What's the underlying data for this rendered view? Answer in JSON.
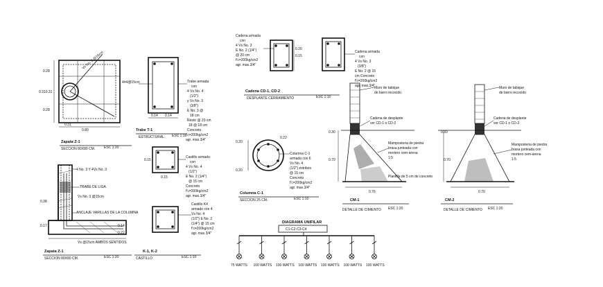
{
  "zapata_plan": {
    "dims_left": [
      "0.28",
      "0.310.31",
      "0.28"
    ],
    "dim_bottom": "0.31",
    "dim_total": "0.80",
    "bar_note": "Vs No. 3 @15cm",
    "title": "Zapata Z-1",
    "subtitle": "SECCION 80X80 CM.",
    "scale": "ESC 1:20"
  },
  "trabe": {
    "left_note": "4#4@15cm",
    "right_note": [
      "Trabe armada",
      "con",
      "4 Vs No. 4",
      "(1/2\")",
      "y Vs No. 3",
      "(3/8\")",
      "E No. 3 @",
      "18 cm",
      "Resto @ 20 cm",
      "18 @ 18 cm",
      "Concreto",
      "f'c=200kg/cm2",
      "agr. max.3/4\""
    ],
    "dims_bottom": [
      "0.14",
      "0.14"
    ],
    "title": "Trabe T-1",
    "subtitle": "ESTRUCTURAL",
    "scale": "ESC 1:10"
  },
  "castillo": {
    "note": [
      "Castillo armado",
      "con",
      "4 Vs No. 4",
      "(1/2\")",
      "E No. 2 (1/4\")",
      "@ 15 cm",
      "Concreto",
      "f'c=200kg/cm2",
      "agr. max.3/4\""
    ],
    "dims": [
      "0.15",
      "0.15"
    ]
  },
  "castillo_k": {
    "note": [
      "Castillo K4",
      "armado con 4",
      "Vs No. 4",
      "(1/2\") E No. 2",
      "(1/4\") @ 15 cm",
      "f'c=200kg/cm2",
      "agr. max.3/4\""
    ],
    "title": "K-1, K-2",
    "subtitle": "CASTILLO",
    "scale": "ESC 1:10"
  },
  "zapata_section": {
    "note_top": "4 No. 3 Y 4Vs No. 3",
    "trabe_label": "TRABE DE LIGA",
    "bars_note": "Vs No. 3 @15cm",
    "anclaje": "ANCLAJE VARILLAS DE LA COLUMNA",
    "dims_left": [
      "0.38",
      "0.17"
    ],
    "dims_right": [
      "0.14",
      "0.22"
    ],
    "bottom_note": "Vs @15cm AMBOS SENTIDOS",
    "title": "Zapata Z-1",
    "subtitle": "SECCION 80X80 CM.",
    "scale": "ESC 1:20"
  },
  "cadena": {
    "left_note": [
      "Cadena armada",
      "con",
      "4 Vs No. 3",
      "E No. 2 (1/4\")",
      "@ 20 cm",
      "f'c=200kg/cm2",
      "agr. max.3/4\""
    ],
    "right_note": [
      "Cadena armada",
      "con",
      "4 Vs No. 3",
      "(3/8\")",
      "E No. 2 @ 15",
      "cm Concreto",
      "f'c=200kg/cm2",
      "agr. max.3/4\""
    ],
    "dims": [
      "0.15",
      "0.20"
    ],
    "title": "Cadena CD-1, CD-2",
    "subtitle": "DESPLANTE CERRAMIENTO",
    "scale": "ESC 1:10"
  },
  "columna": {
    "dims": [
      "0.20",
      "0.20",
      "0.22"
    ],
    "note": [
      "Columna C-1",
      "armada con 6",
      "Vs No. 4",
      "(1/2\") estribos",
      "@ 15 cm",
      "Concreto",
      "f'c=200kg/cm2",
      "agr. max.3/4\""
    ],
    "title": "Columna C-1",
    "subtitle": "SECCION 25 CM.",
    "scale": "ESC 1:10"
  },
  "cimiento1": {
    "muro_note": [
      "Muro de tabique",
      "de barro recocido"
    ],
    "cadena_note": [
      "Cadena de desplante",
      "ver CD-1 o CD-2"
    ],
    "mamp_note": [
      "Mamposteria de piedra",
      "brasa junteada con",
      "mortero cem-arena",
      "1:5"
    ],
    "plantilla": "Plantilla de 5 cm de concreto",
    "dims": [
      "0.30",
      "0.70",
      "0.76"
    ],
    "label": "CM-1",
    "title": "DETALLE DE CIMIENTO",
    "scale": "ESC 1:20"
  },
  "cimiento2": {
    "muro_note": [
      "Muro de tabique",
      "de barro recocido"
    ],
    "cadena_note": [
      "Cadena de desplante",
      "ver CD-1 o CD-2"
    ],
    "mamp_note": [
      "Mamposteria de piedra",
      "brasa junteada con",
      "mortero cem-arena",
      "1:5"
    ],
    "dims": [
      "0.30",
      "0.70",
      "0.70"
    ],
    "label": "CM-2",
    "title": "DETALLE DE CIMIENTO",
    "scale": "ESC 1:20"
  },
  "diagrama": {
    "title": "DIAGRAMA UNIFILAR",
    "circuits_label": "C1-C2-C3-C4",
    "loads": [
      "75 WATTS",
      "100 WATTS",
      "100 WATTS",
      "100 WATTS",
      "100 WATTS",
      "100 WATTS",
      "100 WATTS"
    ]
  }
}
